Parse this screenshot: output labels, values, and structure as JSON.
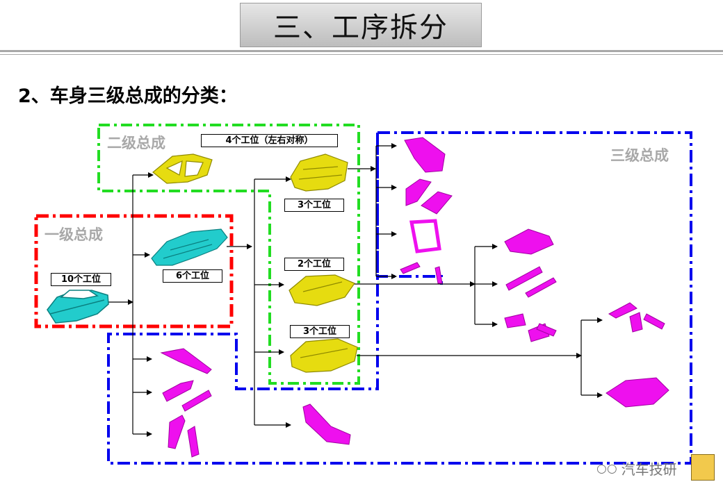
{
  "header": {
    "title": "三、工序拆分"
  },
  "subtitle": "2、车身三级总成的分类：",
  "groups": {
    "level1": "一级总成",
    "level2": "二级总成",
    "level3": "三级总成"
  },
  "stations": {
    "s10": "10个工位",
    "s6": "6个工位",
    "s4": "4个工位（左右对称）",
    "s3a": "3个工位",
    "s2": "2个工位",
    "s3b": "3个工位"
  },
  "watermark": "汽车技研",
  "colors": {
    "level1_frame": "#ff0000",
    "level2_frame": "#22dd22",
    "level3_frame": "#0000ee",
    "body_in_white": "#22cccc",
    "subassembly": "#e6dc10",
    "part": "#ee10ee"
  }
}
